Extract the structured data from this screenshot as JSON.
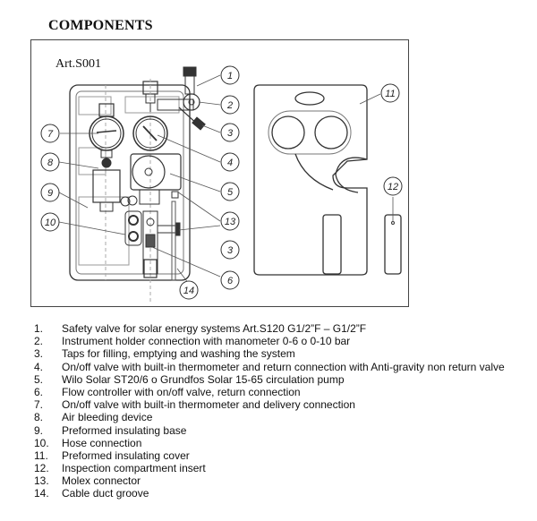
{
  "heading": "COMPONENTS",
  "figure": {
    "article": "Art.S001",
    "callouts": [
      "1",
      "2",
      "3",
      "4",
      "5",
      "13",
      "3",
      "6",
      "14",
      "7",
      "8",
      "9",
      "10",
      "11",
      "12"
    ]
  },
  "components": [
    {
      "num": "1.",
      "text": "Safety valve for solar energy systems Art.S120 G1/2”F – G1/2”F"
    },
    {
      "num": "2.",
      "text": "Instrument holder connection with manometer 0-6 o 0-10 bar"
    },
    {
      "num": "3.",
      "text": "Taps for filling, emptying and washing the system"
    },
    {
      "num": "4.",
      "text": "On/off valve with built-in thermometer and return connection with Anti-gravity non return valve"
    },
    {
      "num": "5.",
      "text": "Wilo Solar ST20/6 o Grundfos Solar 15-65 circulation pump"
    },
    {
      "num": "6.",
      "text": "Flow controller with on/off valve, return connection"
    },
    {
      "num": "7.",
      "text": "On/off valve with built-in thermometer and delivery connection"
    },
    {
      "num": "8.",
      "text": "Air bleeding device"
    },
    {
      "num": "9.",
      "text": "Preformed insulating base"
    },
    {
      "num": "10.",
      "text": "Hose connection"
    },
    {
      "num": "11.",
      "text": "Preformed insulating cover"
    },
    {
      "num": "12.",
      "text": "Inspection compartment insert"
    },
    {
      "num": "13.",
      "text": "Molex connector"
    },
    {
      "num": "14.",
      "text": "Cable duct groove"
    }
  ]
}
